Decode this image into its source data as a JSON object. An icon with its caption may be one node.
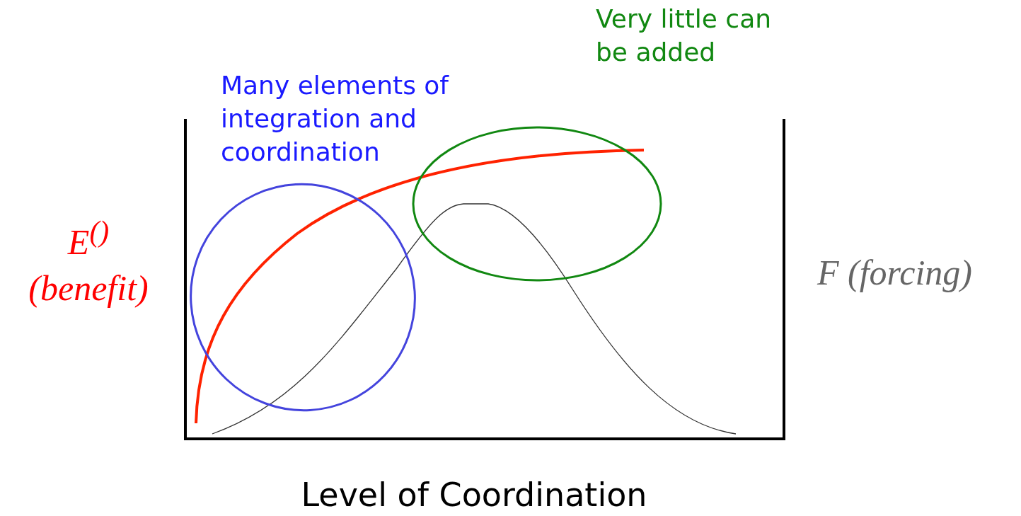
{
  "diagram": {
    "labels": [
      "Very little can be added",
      "Many elements of integration and coordination",
      "E$^{()}$ (benefit)",
      "F (forcing)",
      "Level of Coordination"
    ]
  }
}
